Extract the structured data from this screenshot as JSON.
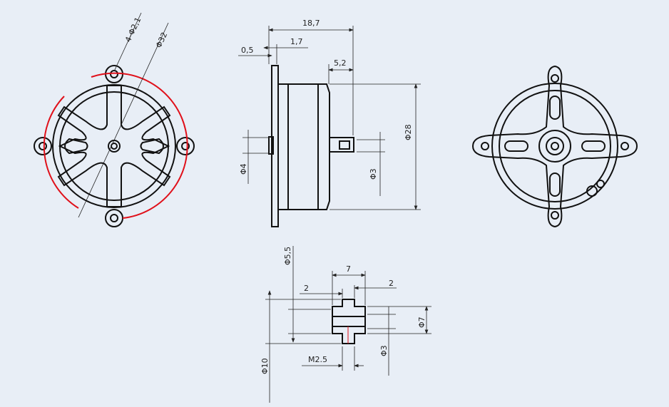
{
  "drawing": {
    "front_view": {
      "hole_label": "4-Φ2,1",
      "mount_diameter": "Φ32"
    },
    "side_view": {
      "overall_length": "18,7",
      "flange_thickness": "0,5",
      "flange_offset": "1,7",
      "shaft_length": "5,2",
      "body_diameter": "Φ28",
      "shaft_diameter": "Φ3",
      "boss_diameter": "Φ4"
    },
    "adapter_view": {
      "outer_diameter": "Φ10",
      "inner_diameter": "Φ5,5",
      "length": "7",
      "left_step": "2",
      "right_step": "2",
      "hub_diameter": "Φ7",
      "bore_diameter": "Φ3",
      "thread": "M2.5"
    }
  },
  "colors": {
    "background": "#e8eef6",
    "line": "#111111",
    "highlight": "#e0101a"
  }
}
